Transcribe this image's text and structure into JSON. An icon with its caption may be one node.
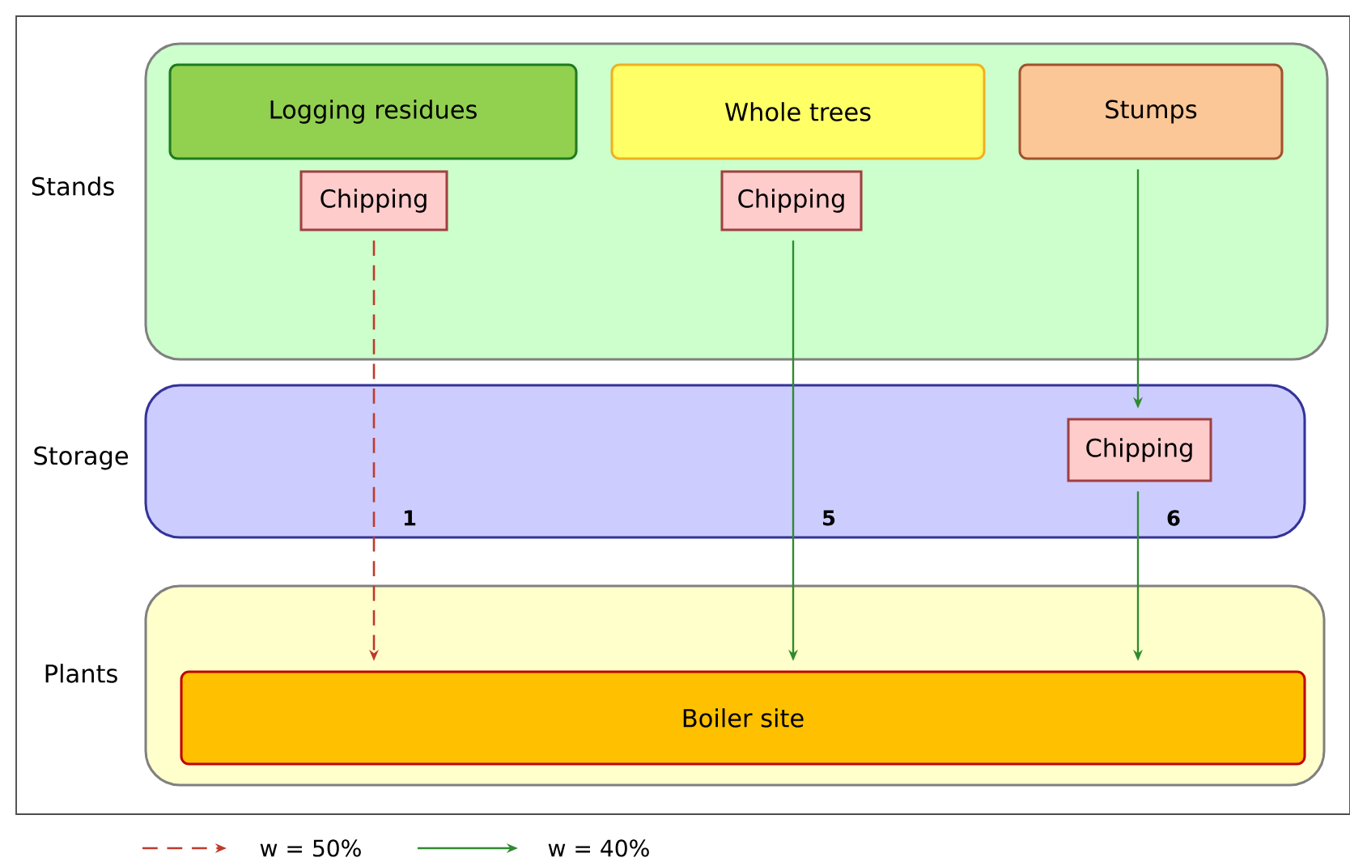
{
  "diagram": {
    "nodes": [
      {
        "text": [
          "Stands"
        ]
      },
      {
        "text": [
          "Logging residues"
        ],
        "in": 0
      },
      {
        "text": [
          "Whole trees"
        ],
        "in": 0
      },
      {
        "text": [
          "Stumps"
        ],
        "in": 0
      },
      {
        "text": [
          "Chipping"
        ],
        "in": 0
      },
      {
        "text": [
          "Chipping"
        ],
        "in": 0
      },
      {
        "text": [
          "Storage"
        ]
      },
      {
        "text": [
          "Chipping"
        ],
        "in": 6
      },
      {
        "text": [
          "Plants"
        ]
      },
      {
        "text": [
          "Boiler site"
        ],
        "in": 8
      }
    ],
    "edges": [
      {
        "from": 4,
        "to": 9,
        "arrow": "to",
        "label": "1",
        "style": "dashed",
        "color": "#c0392b"
      },
      {
        "from": 5,
        "to": 9,
        "arrow": "to",
        "label": "5"
      },
      {
        "from": 3,
        "to": 7,
        "arrow": "to"
      },
      {
        "from": 7,
        "to": 9,
        "arrow": "to",
        "label": "6"
      }
    ],
    "legend": [
      {
        "text": "w = 50%"
      },
      {
        "text": "w = 40%"
      }
    ]
  }
}
